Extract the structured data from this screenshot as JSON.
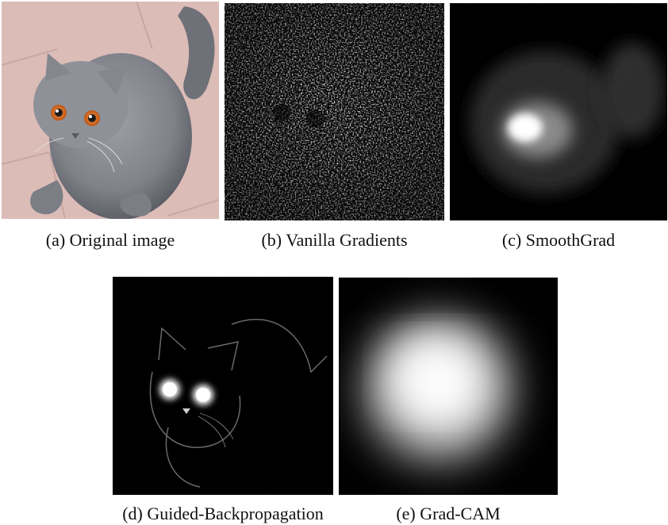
{
  "figure": {
    "captions": {
      "a": "(a) Original image",
      "b": "(b) Vanilla Gradients",
      "c": "(c) SmoothGrad",
      "d": "(d) Guided-Backpropagation",
      "e": "(e) Grad-CAM"
    }
  },
  "colors": {
    "floor": "#d9b9b4",
    "cat_fur": "#8b8d93",
    "cat_eye": "#e0742a",
    "map_background": "#000000",
    "map_highlight": "#ffffff"
  }
}
